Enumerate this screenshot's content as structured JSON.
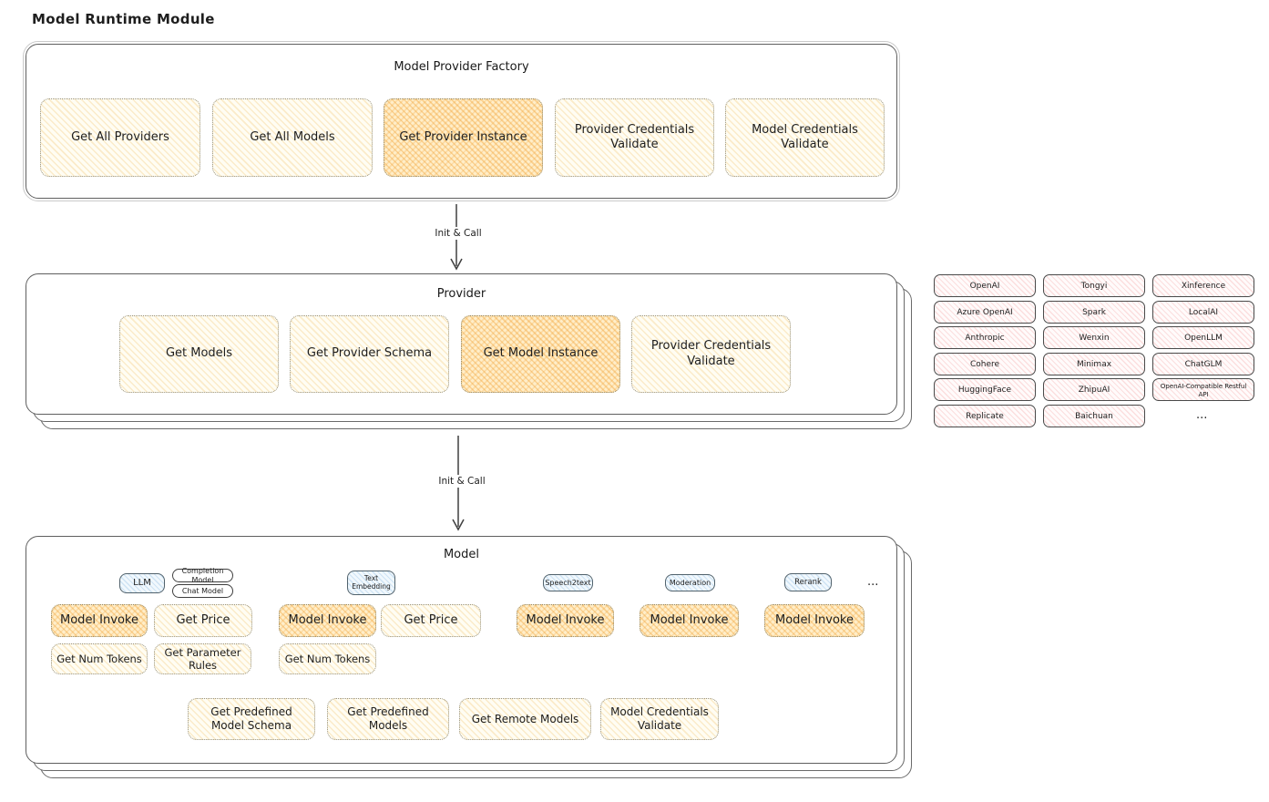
{
  "page": {
    "title": "Model Runtime Module"
  },
  "factory": {
    "title": "Model Provider Factory",
    "boxes": [
      {
        "label": "Get All Providers"
      },
      {
        "label": "Get All Models"
      },
      {
        "label": "Get Provider Instance"
      },
      {
        "label": "Provider Credentials Validate"
      },
      {
        "label": "Model Credentials Validate"
      }
    ]
  },
  "arrow1": {
    "label": "Init & Call"
  },
  "arrow2": {
    "label": "Init & Call"
  },
  "provider": {
    "title": "Provider",
    "boxes": [
      {
        "label": "Get Models"
      },
      {
        "label": "Get Provider Schema"
      },
      {
        "label": "Get Model Instance"
      },
      {
        "label": "Provider Credentials Validate"
      }
    ]
  },
  "providers_grid": {
    "rows": [
      [
        "OpenAI",
        "Tongyi",
        "Xinference"
      ],
      [
        "Azure OpenAI",
        "Spark",
        "LocalAI"
      ],
      [
        "Anthropic",
        "Wenxin",
        "OpenLLM"
      ],
      [
        "Cohere",
        "Minimax",
        "ChatGLM"
      ],
      [
        "HuggingFace",
        "ZhipuAI",
        "OpenAI-Compatible Restful API"
      ],
      [
        "Replicate",
        "Baichuan",
        "..."
      ]
    ]
  },
  "model": {
    "title": "Model",
    "pills": {
      "llm": "LLM",
      "completion_model": "Completion Model",
      "chat_model": "Chat Model",
      "text_embedding": "Text Embedding",
      "speech2text": "Speech2text",
      "moderation": "Moderation",
      "rerank": "Rerank",
      "more": "..."
    },
    "ops": {
      "llm_model_invoke": "Model Invoke",
      "llm_get_price": "Get Price",
      "llm_get_num_tokens": "Get Num Tokens",
      "llm_get_parameter_rules": "Get Parameter Rules",
      "embedding_model_invoke": "Model Invoke",
      "embedding_get_price": "Get Price",
      "embedding_get_num_tokens": "Get Num Tokens",
      "speech2text_model_invoke": "Model Invoke",
      "moderation_model_invoke": "Model Invoke",
      "rerank_model_invoke": "Model Invoke"
    },
    "shared_ops": [
      {
        "label": "Get Predefined Model Schema"
      },
      {
        "label": "Get Predefined Models"
      },
      {
        "label": "Get Remote Models"
      },
      {
        "label": "Model Credentials Validate"
      }
    ]
  }
}
